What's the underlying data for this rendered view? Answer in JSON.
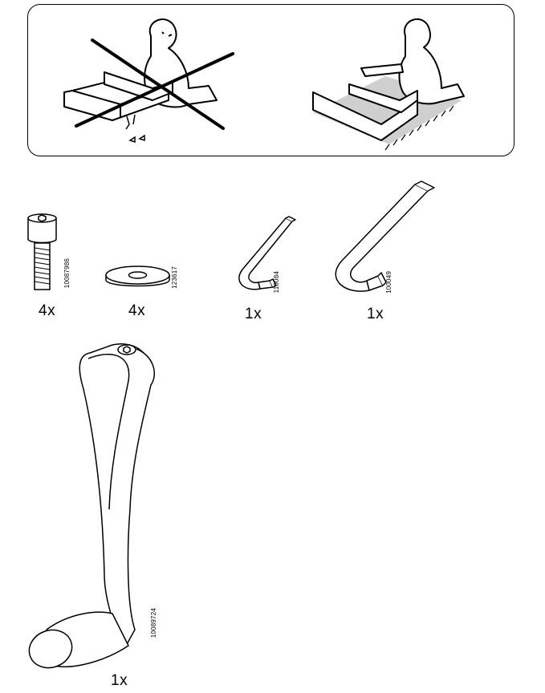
{
  "parts": [
    {
      "id": "bolt",
      "quantity": "4x",
      "article_number": "10087986"
    },
    {
      "id": "washer",
      "quantity": "4x",
      "article_number": "123617"
    },
    {
      "id": "hex-key-small",
      "quantity": "1x",
      "article_number": "110084"
    },
    {
      "id": "hex-key-large",
      "quantity": "1x",
      "article_number": "100049"
    },
    {
      "id": "crank-handle",
      "quantity": "1x",
      "article_number": "10089724"
    }
  ],
  "icons": {
    "warning_panel_left": "assembly-on-hard-floor-crossed-icon",
    "warning_panel_right": "assembly-on-rug-icon"
  },
  "colors": {
    "line": "#000000",
    "panel_border": "#000000",
    "shade": "#cfcfcf"
  }
}
